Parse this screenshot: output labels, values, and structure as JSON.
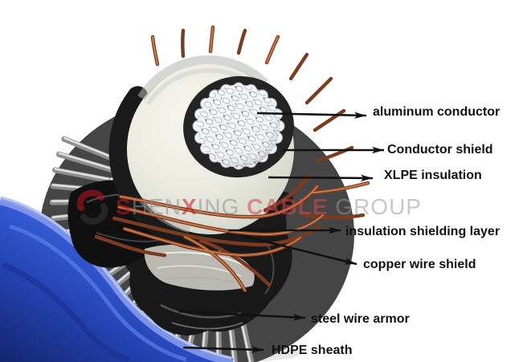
{
  "page": {
    "background_color": "#ffffff",
    "subject": "armored single-core power cable cut-away structure diagram"
  },
  "diagram": {
    "label_text_color": "#111111",
    "arrow_color": "#111111",
    "labels": [
      {
        "id": "aluminum-conductor",
        "text": "aluminum conductor"
      },
      {
        "id": "conductor-shield",
        "text": "Conductor shield"
      },
      {
        "id": "xlpe-insulation",
        "text": "XLPE insulation"
      },
      {
        "id": "insulation-shielding-layer",
        "text": "insulation shielding layer"
      },
      {
        "id": "copper-wire-shield",
        "text": "copper wire shield"
      },
      {
        "id": "steel-wire-armor",
        "text": "steel wire armor"
      },
      {
        "id": "hdpe-sheath",
        "text": "HDPE sheath"
      }
    ]
  },
  "watermark": {
    "parts": [
      {
        "text": "S",
        "color": "#c4161d",
        "weight": "700"
      },
      {
        "text": "HEN",
        "color": "#8e8e8e",
        "weight": "400"
      },
      {
        "text": "X",
        "color": "#c4161d",
        "weight": "700"
      },
      {
        "text": "ING ",
        "color": "#8e8e8e",
        "weight": "400"
      },
      {
        "text": "CABLE",
        "color": "#d2494f",
        "weight": "700"
      },
      {
        "text": " GROUP",
        "color": "#9a9a9a",
        "weight": "400"
      }
    ]
  },
  "cable_layers": {
    "hdpe_sheath_color": "#2a4bc4",
    "steel_wire_armor_color": "#c9c9c9",
    "shield_layer_color": "#1d1d1d",
    "copper_wire_color": "#a8552e",
    "xlpe_insulation_color": "#e9eadf",
    "conductor_shield_color": "#242424",
    "aluminum_conductor_color": "#f4f5f6"
  }
}
